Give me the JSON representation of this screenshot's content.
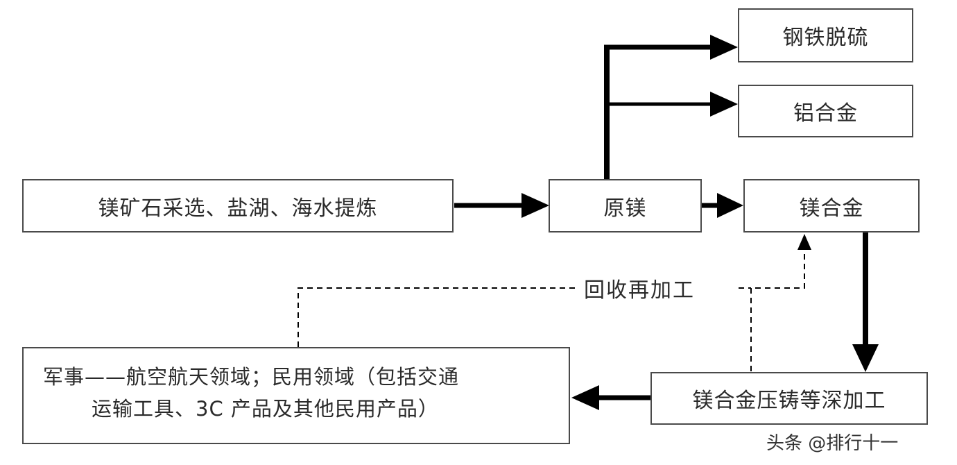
{
  "nodes": {
    "source": "镁矿石采选、盐湖、海水提炼",
    "raw_magnesium": "原镁",
    "desulfurization": "钢铁脱硫",
    "aluminum_alloy": "铝合金",
    "magnesium_alloy": "镁合金",
    "deep_processing": "镁合金压铸等深加工",
    "applications_line1": "军事——航空航天领域；民用领域（包括交通",
    "applications_line2": "运输工具、3C 产品及其他民用产品）"
  },
  "edges": {
    "recycle_label": "回收再加工"
  },
  "watermark": "头条 @排行十一"
}
